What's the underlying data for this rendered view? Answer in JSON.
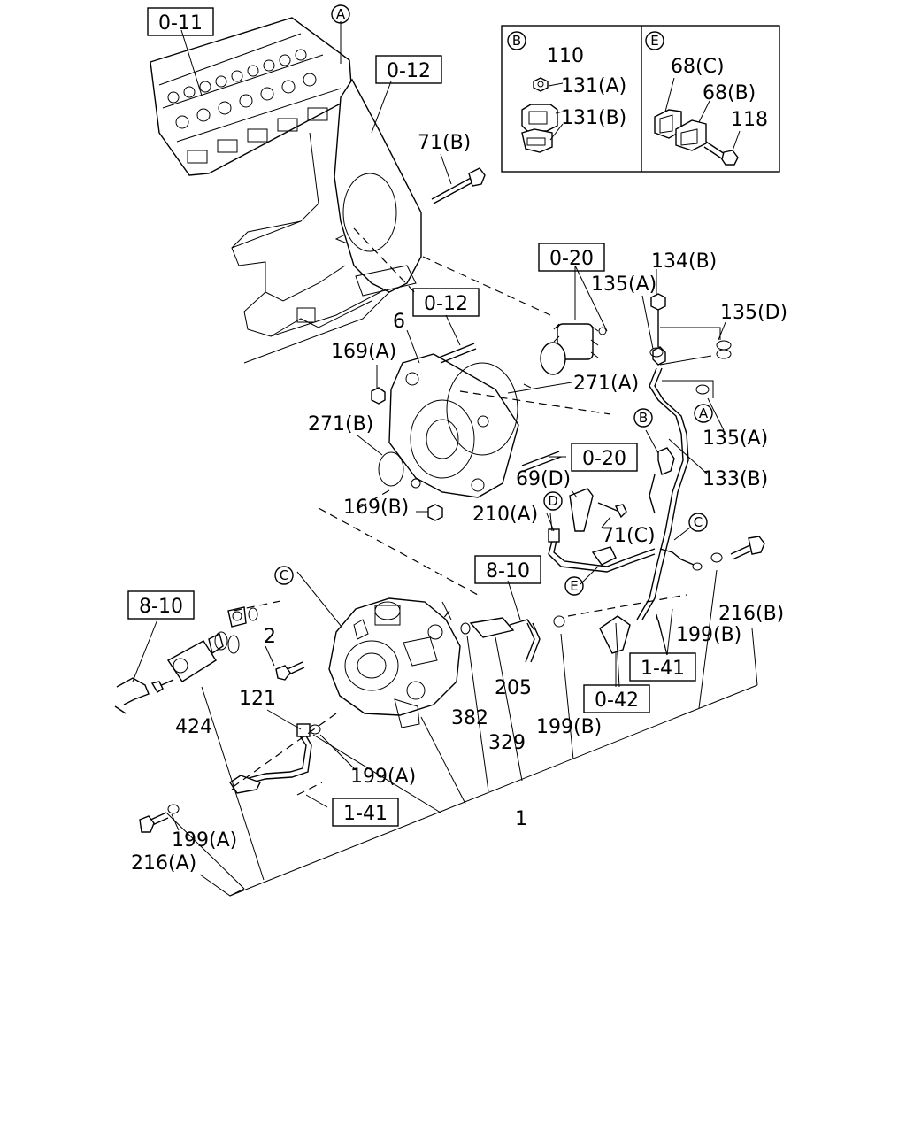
{
  "refs": {
    "r_0_11": "0-11",
    "r_0_12a": "0-12",
    "r_0_12b": "0-12",
    "r_0_20a": "0-20",
    "r_0_20b": "0-20",
    "r_8_10a": "8-10",
    "r_8_10b": "8-10",
    "r_1_41a": "1-41",
    "r_1_41b": "1-41",
    "r_0_42": "0-42"
  },
  "markers": {
    "m_A1": "A",
    "m_A2": "A",
    "m_B1": "B",
    "m_B2": "B",
    "m_C1": "C",
    "m_C2": "C",
    "m_D1": "D",
    "m_E1": "E",
    "m_E2": "E"
  },
  "parts": {
    "p110": "110",
    "p131A": "131(A)",
    "p131B": "131(B)",
    "p68C": "68(C)",
    "p68B": "68(B)",
    "p118": "118",
    "p71B": "71(B)",
    "p134B": "134(B)",
    "p135A_top": "135(A)",
    "p135D": "135(D)",
    "p6": "6",
    "p169A": "169(A)",
    "p271A": "271(A)",
    "p271B": "271(B)",
    "p135A_bot": "135(A)",
    "p133B": "133(B)",
    "p69D": "69(D)",
    "p169B": "169(B)",
    "p210A": "210(A)",
    "p71C": "71(C)",
    "p216B": "216(B)",
    "p199B_r": "199(B)",
    "p2": "2",
    "p121": "121",
    "p424": "424",
    "p382": "382",
    "p205": "205",
    "p329": "329",
    "p199B_m": "199(B)",
    "p199A_m": "199(A)",
    "p1": "1",
    "p199A_l": "199(A)",
    "p216A": "216(A)"
  }
}
